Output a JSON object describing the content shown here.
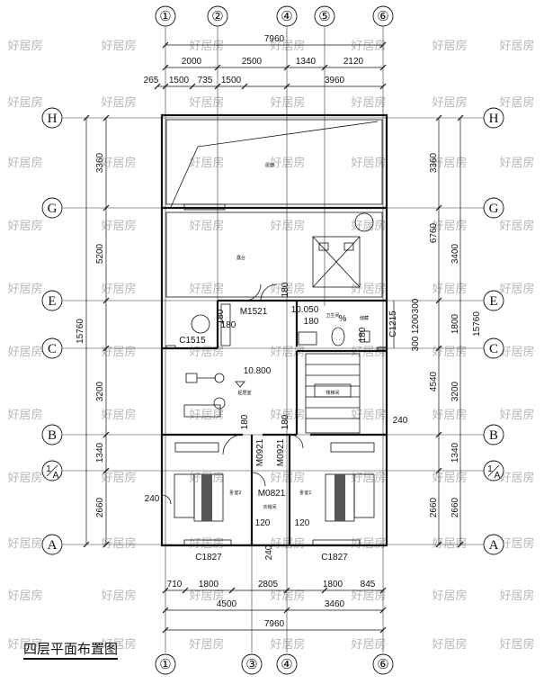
{
  "title": "四层平面布置图",
  "watermark": "好居房",
  "grid_cols": [
    "①",
    "②",
    "④",
    "⑤",
    "⑥"
  ],
  "grid_cols_bottom": [
    "①",
    "③",
    "④",
    "⑥"
  ],
  "grid_rows": [
    "H",
    "G",
    "E",
    "C",
    "B",
    "1/A",
    "A"
  ],
  "grid_row_1A_top": "1",
  "grid_row_1A_bottom": "A",
  "dims_top_total": "7960",
  "dims_top_row1": [
    "2000",
    "2500",
    "1340",
    "2120"
  ],
  "dims_top_row2": [
    "265",
    "1500",
    "735",
    "1500",
    "3960"
  ],
  "dims_bottom_row1": [
    "710",
    "1800",
    "2805",
    "1800",
    "845"
  ],
  "dims_bottom_row2": [
    "4500",
    "3460"
  ],
  "dims_bottom_total": "7960",
  "dims_left_total": "15760",
  "dims_left": [
    "3360",
    "5200",
    "3200",
    "1340",
    "2660"
  ],
  "dims_right_outer": [
    "3360",
    "6760",
    "4540",
    "2660"
  ],
  "dims_right_inner": [
    "3400",
    "1800",
    "3200",
    "1340",
    "2660"
  ],
  "dims_right_total": "15760",
  "dims_right_small": [
    "300",
    "1200",
    "300"
  ],
  "rooms": {
    "roof": "屋面",
    "terrace": "露台",
    "study": "起居室",
    "stair": "楼梯间",
    "bath": "卫生间",
    "storage": "储藏",
    "bedroom2": "卧室2",
    "bedroom1": "卧室1",
    "closet": "衣帽间"
  },
  "labels": {
    "m1521": "M1521",
    "c1515": "C1515",
    "c1215": "C1215",
    "m0921a": "M0921",
    "m0921b": "M0921",
    "m0821": "M0821",
    "c1827a": "C1827",
    "c1827b": "C1827",
    "elev_10800": "10.800",
    "elev_10050": "10.050",
    "d180a": "180",
    "d180b": "180",
    "d180c": "180",
    "d180d": "180",
    "d180e": "180",
    "d180f": "180",
    "d180g": "180",
    "d120a": "120",
    "d120b": "120",
    "d240a": "240",
    "d240b": "240",
    "d240c": "240",
    "pct": "%"
  }
}
